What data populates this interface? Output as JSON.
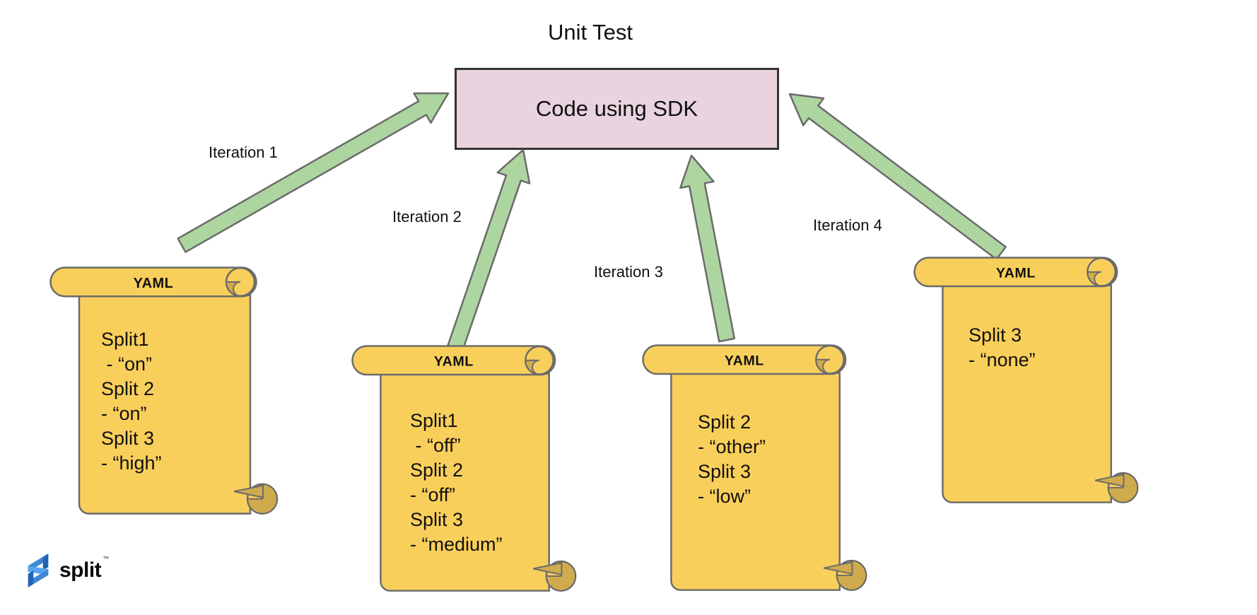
{
  "title": "Unit Test",
  "box": {
    "label": "Code using SDK"
  },
  "iteration_labels": [
    "Iteration 1",
    "Iteration 2",
    "Iteration 3",
    "Iteration 4"
  ],
  "scrolls": [
    {
      "header": "YAML",
      "lines": [
        "Split1",
        " - “on”",
        "Split 2",
        "- “on”",
        "Split 3",
        "- “high”"
      ]
    },
    {
      "header": "YAML",
      "lines": [
        "Split1",
        " - “off”",
        "Split 2",
        "- “off”",
        "Split 3",
        "- “medium”"
      ]
    },
    {
      "header": "YAML",
      "lines": [
        "Split 2",
        "- “other”",
        "Split 3",
        "- “low”"
      ]
    },
    {
      "header": "YAML",
      "lines": [
        "Split 3",
        "- “none”"
      ]
    }
  ],
  "logo": {
    "text": "split",
    "mark": "™"
  },
  "colors": {
    "scroll_fill": "#F9CF5B",
    "scroll_curl": "#D0AB4D",
    "scroll_stroke": "#6B6B6B",
    "arrow_fill": "#ADD5A0",
    "arrow_stroke": "#6B6B6B",
    "box_fill": "#E9D3DE",
    "box_stroke": "#333333",
    "logo_blue_light": "#55A4EE",
    "logo_blue_mid": "#3E87D3",
    "logo_blue_dark": "#2263B4",
    "logo_text_color": "#0A0A0A"
  }
}
